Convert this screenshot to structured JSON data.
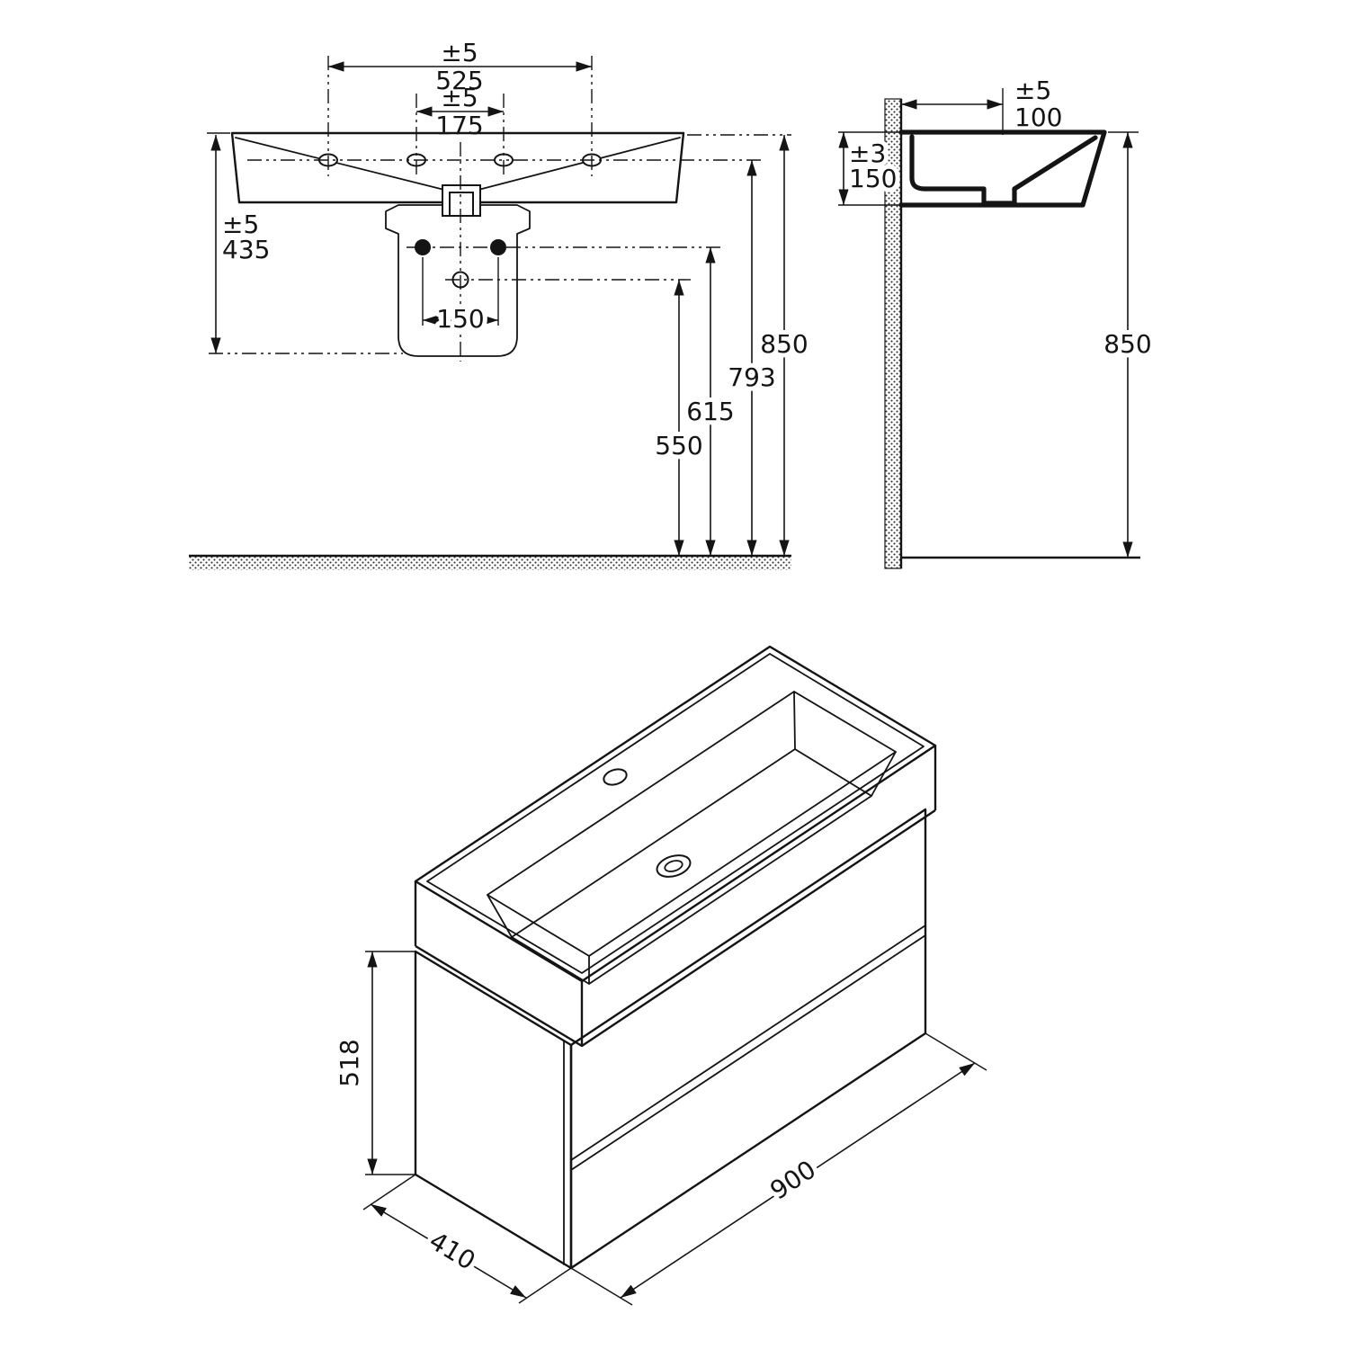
{
  "drawing": {
    "views": {
      "front": {
        "dims": {
          "tol_holes_outer": "±5",
          "holes_outer": "525",
          "tol_holes_inner": "±5",
          "holes_inner": "175",
          "tol_bracket_height": "±5",
          "bracket_height": "435",
          "bolt_spacing": "150",
          "rim_height": "850",
          "holes_height": "793",
          "fixing_height": "615",
          "trap_height": "550"
        }
      },
      "side": {
        "dims": {
          "tol_drain_offset": "±5",
          "drain_offset": "100",
          "tol_basin_height": "±3",
          "basin_height": "150",
          "rim_height": "850"
        }
      },
      "isometric": {
        "dims": {
          "cabinet_height": "518",
          "depth": "410",
          "width": "900"
        }
      }
    },
    "colors": {
      "line": "#141414",
      "background": "#ffffff"
    }
  }
}
